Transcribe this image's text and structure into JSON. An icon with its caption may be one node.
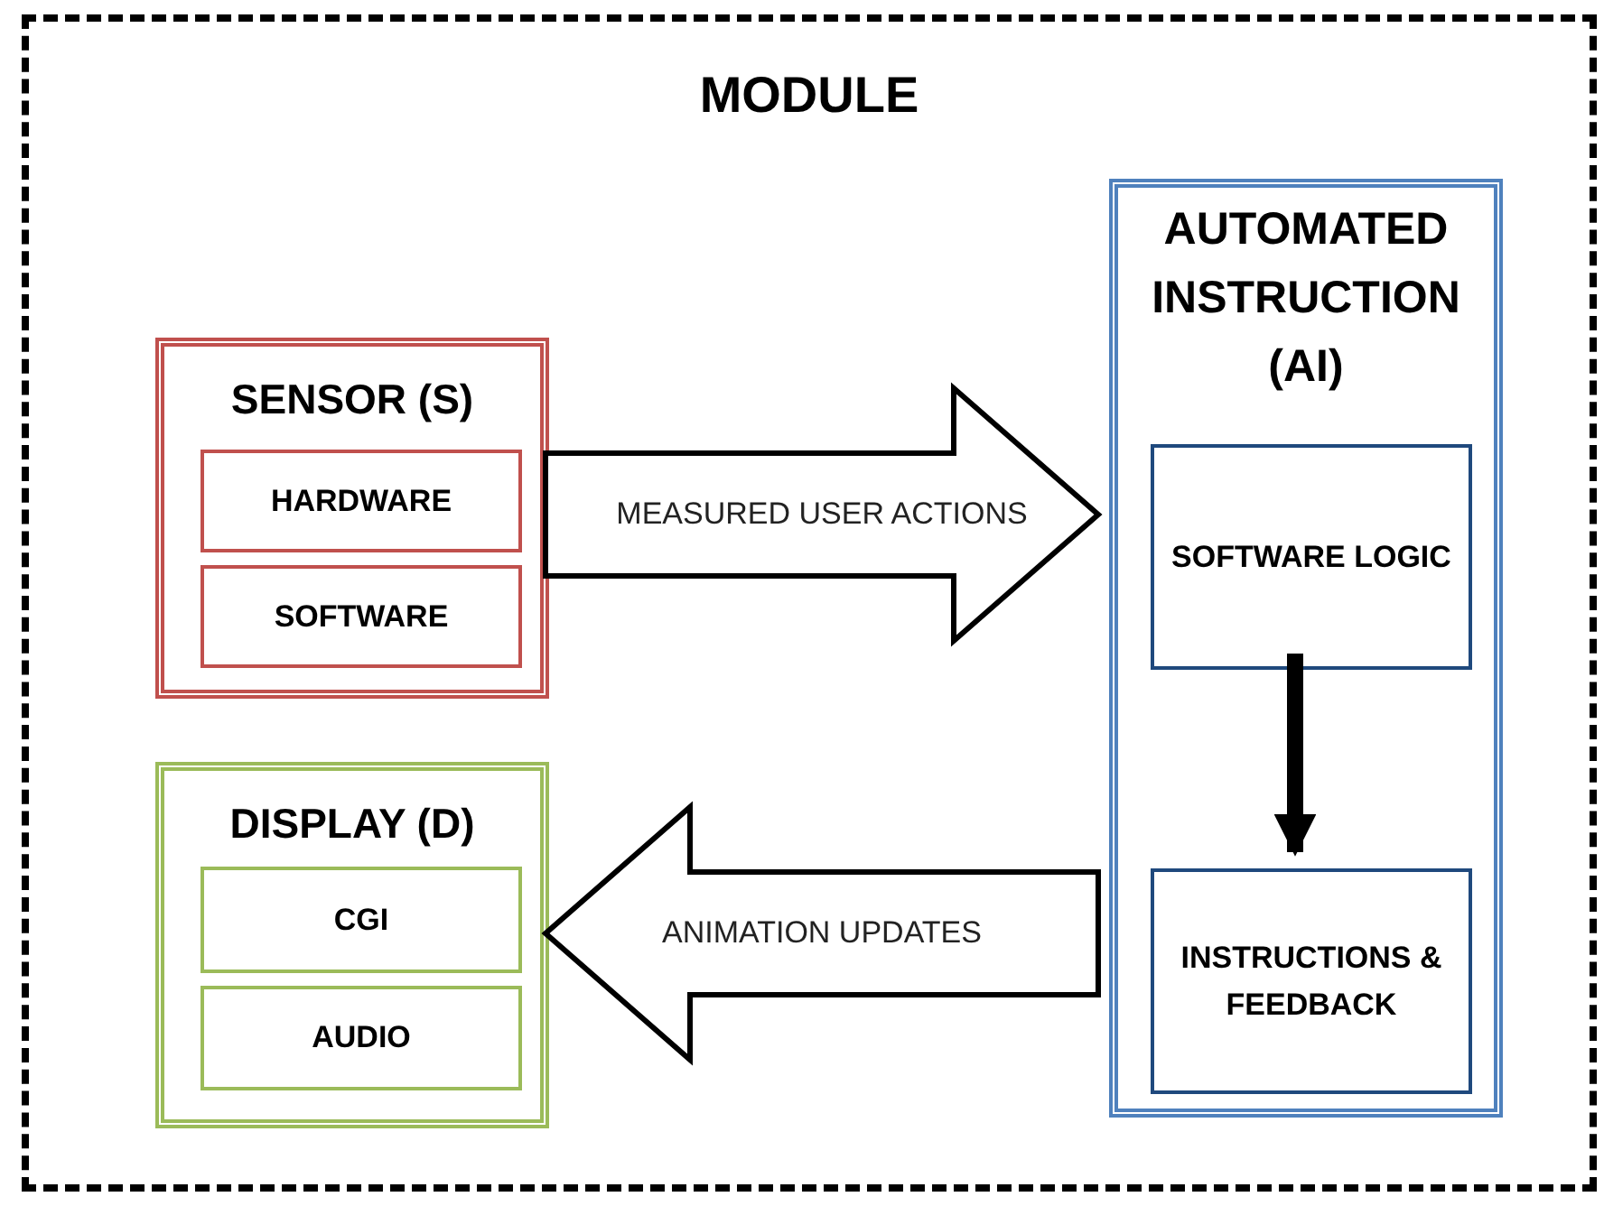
{
  "diagram": {
    "nodes": [
      {
        "text": [
          "MODULE"
        ]
      },
      {
        "text": [
          "SENSOR (S)"
        ],
        "in": 0
      },
      {
        "text": [
          "HARDWARE"
        ],
        "in": 1
      },
      {
        "text": [
          "SOFTWARE"
        ],
        "in": 1
      },
      {
        "text": [
          "DISPLAY (D)"
        ],
        "in": 0
      },
      {
        "text": [
          "CGI"
        ],
        "in": 4
      },
      {
        "text": [
          "AUDIO"
        ],
        "in": 4
      },
      {
        "text": [
          "AUTOMATED INSTRUCTION (AI)"
        ],
        "in": 0
      },
      {
        "text": [
          "SOFTWARE LOGIC"
        ],
        "in": 7
      },
      {
        "text": [
          "INSTRUCTIONS & FEEDBACK"
        ],
        "in": 7
      }
    ],
    "edges": [
      {
        "from": 1,
        "to": 7,
        "arrow": "to",
        "label": "MEASURED USER ACTIONS"
      },
      {
        "from": 8,
        "to": 9,
        "arrow": "to"
      },
      {
        "from": 7,
        "to": 4,
        "arrow": "to",
        "label": "ANIMATION UPDATES"
      }
    ]
  }
}
